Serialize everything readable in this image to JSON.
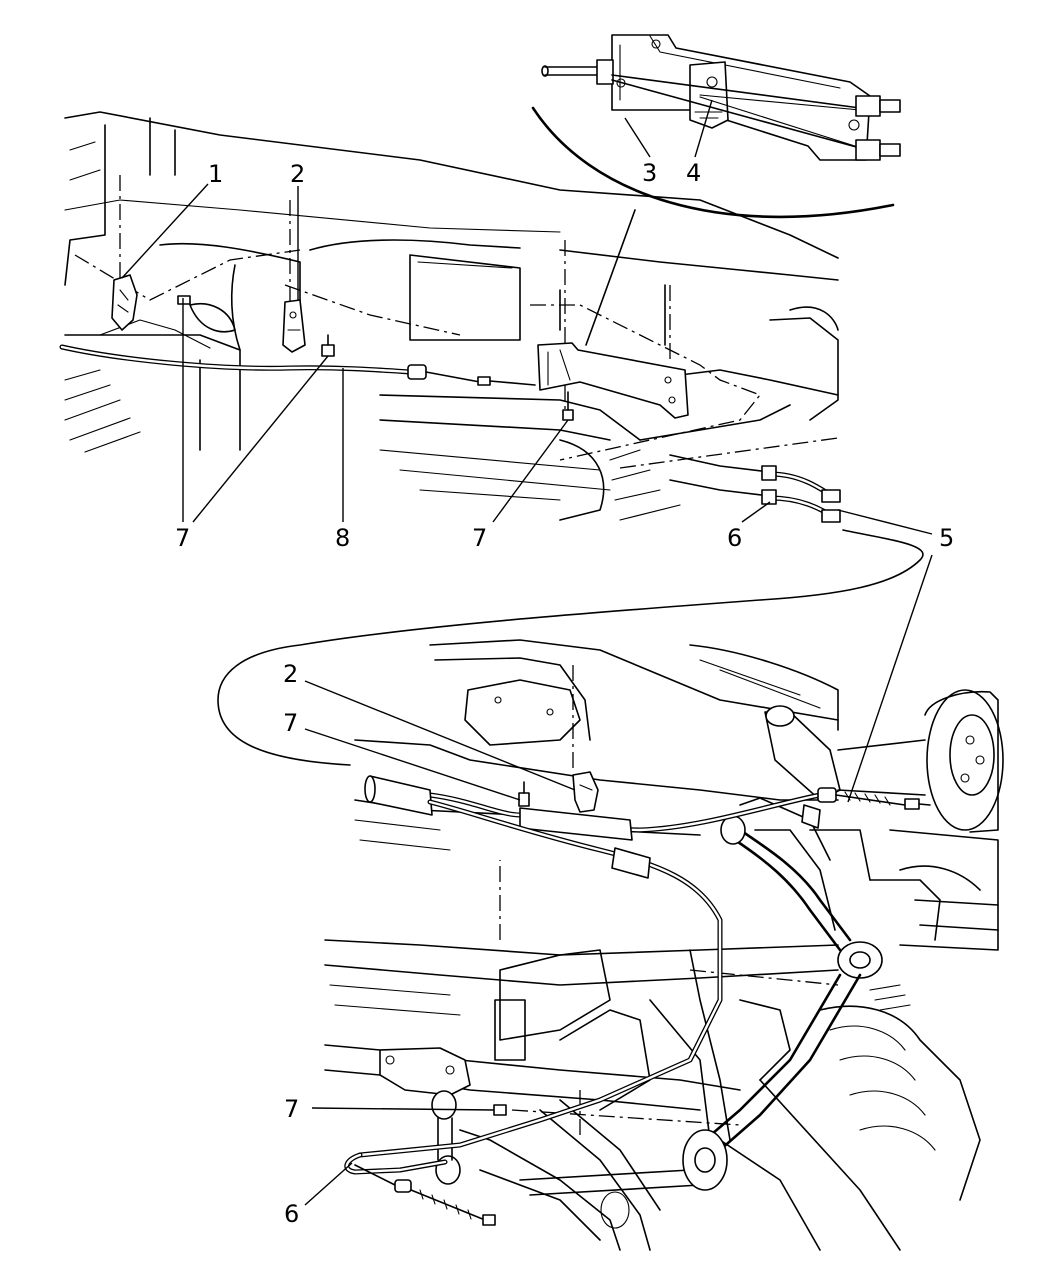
{
  "figure": {
    "title": "",
    "callouts": [
      {
        "id": "c1",
        "label": "1"
      },
      {
        "id": "c2a",
        "label": "2"
      },
      {
        "id": "c3",
        "label": "3"
      },
      {
        "id": "c4",
        "label": "4"
      },
      {
        "id": "c7a",
        "label": "7"
      },
      {
        "id": "c8",
        "label": "8"
      },
      {
        "id": "c7b",
        "label": "7"
      },
      {
        "id": "c6a",
        "label": "6"
      },
      {
        "id": "c5",
        "label": "5"
      },
      {
        "id": "c2b",
        "label": "2"
      },
      {
        "id": "c7c",
        "label": "7"
      },
      {
        "id": "c7d",
        "label": "7"
      },
      {
        "id": "c6b",
        "label": "6"
      }
    ]
  }
}
